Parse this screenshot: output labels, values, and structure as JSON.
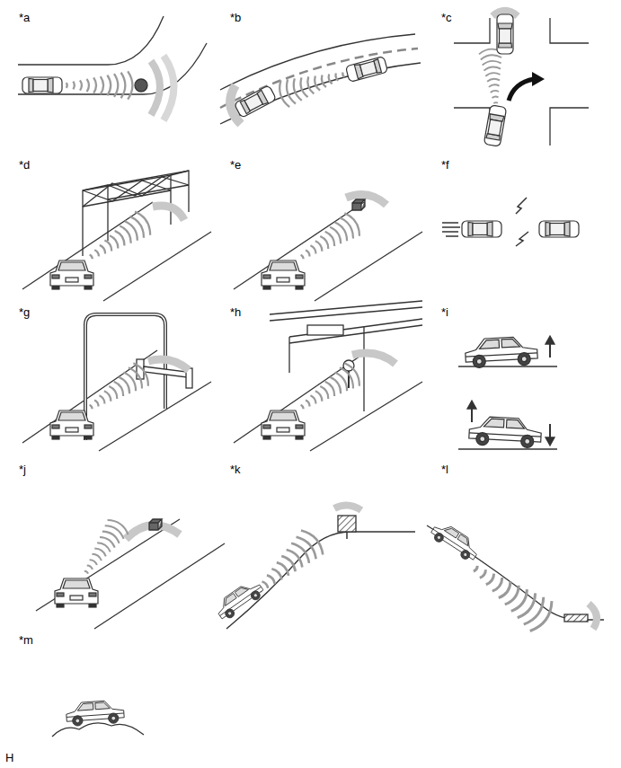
{
  "diagram": {
    "labels": [
      "*a",
      "*b",
      "*c",
      "*d",
      "*e",
      "*f",
      "*g",
      "*h",
      "*i",
      "*j",
      "*k",
      "*l",
      "*m",
      "H"
    ]
  }
}
